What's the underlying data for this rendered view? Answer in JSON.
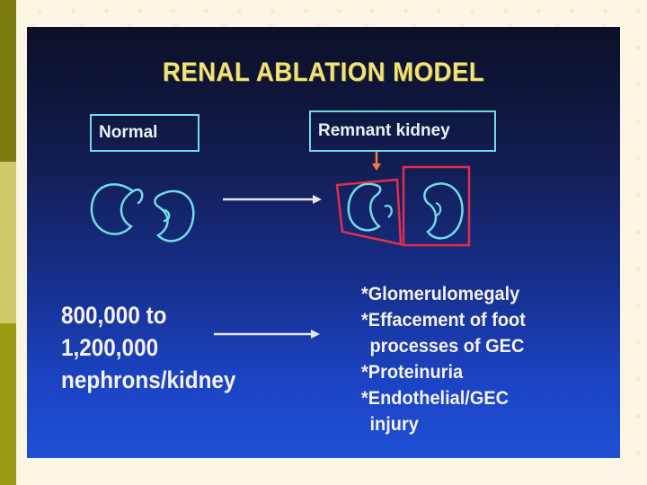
{
  "slide": {
    "title": "RENAL ABLATION MODEL",
    "labels": {
      "normal": "Normal",
      "remnant": "Remnant kidney"
    },
    "nephron_text": [
      "800,000 to",
      "1,200,000",
      "nephrons/kidney"
    ],
    "effects": [
      "*Glomerulomegaly",
      "*Effacement of foot",
      "processes of GEC",
      "*Proteinuria",
      "*Endothelial/GEC",
      "injury"
    ]
  },
  "colors": {
    "accent_title": "#f2e27a",
    "kidney_outline": "#6fdde6",
    "highlight_box": "#e0304a",
    "left_bars": [
      "#7b7a0c",
      "#cfc96a",
      "#9b9a12"
    ]
  },
  "icons": [
    "kidney-icon",
    "arrow-right-icon",
    "arrow-down-icon"
  ]
}
